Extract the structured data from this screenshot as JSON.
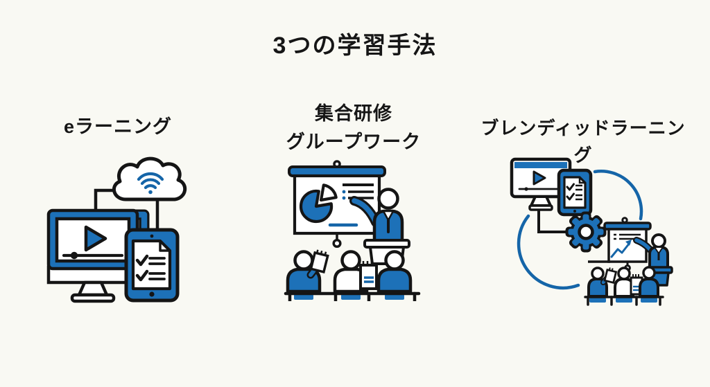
{
  "page": {
    "title": "3つの学習手法",
    "background": "#f9f9f3"
  },
  "methods": [
    {
      "id": "elearning",
      "label": "eラーニング",
      "label_lines": [
        "eラーニング"
      ],
      "illustration": "elearning-illustration"
    },
    {
      "id": "group-training",
      "label": "集合研修 グループワーク",
      "label_lines": [
        "集合研修",
        "グループワーク"
      ],
      "illustration": "group-training-illustration"
    },
    {
      "id": "blended-learning",
      "label": "ブレンディッドラーニング",
      "label_lines": [
        "ブレンディッドラーニング"
      ],
      "illustration": "blended-learning-illustration"
    }
  ],
  "colors": {
    "accent_blue": "#1d71b8",
    "detail_blue": "#1565a8",
    "outline_black": "#151515",
    "surface_white": "#ffffff",
    "background": "#f9f9f3"
  },
  "illustrations": [
    {
      "name": "elearning-illustration",
      "elements": [
        "monitor-video-player",
        "play-button",
        "progress-bar",
        "wifi-cloud",
        "tablet-checklist",
        "connector-lines"
      ]
    },
    {
      "name": "group-training-illustration",
      "elements": [
        "presentation-screen",
        "pie-chart",
        "bullet-text-lines",
        "presenter-at-podium",
        "three-audience-members",
        "notepads"
      ]
    },
    {
      "name": "blended-learning-illustration",
      "elements": [
        "mini-monitor-video",
        "mini-tablet-checklist",
        "gear",
        "growth-chart-screen",
        "mini-presenter-audience",
        "cycle-arcs"
      ]
    }
  ]
}
